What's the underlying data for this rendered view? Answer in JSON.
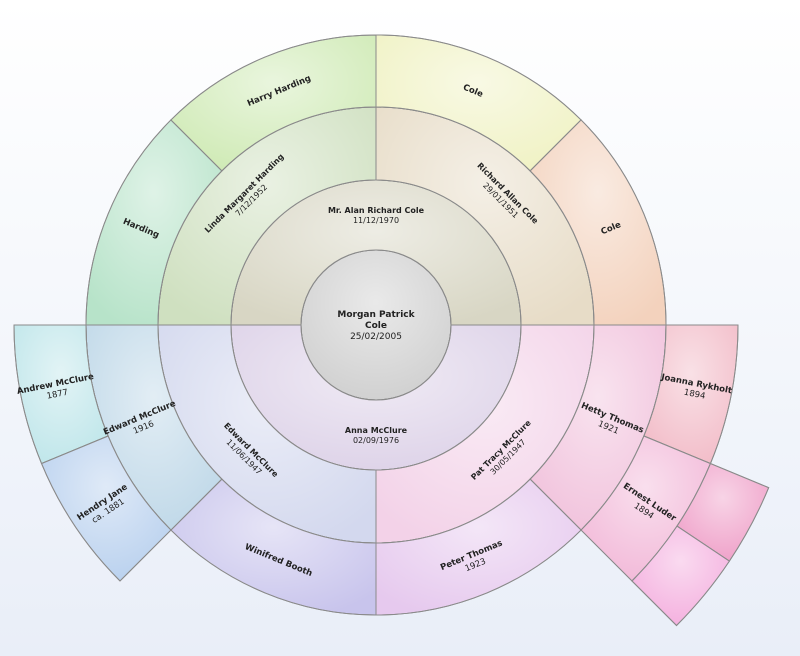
{
  "chart": {
    "people": [
      {
        "id": "root",
        "name": "Morgan Patrick Cole",
        "lines": [
          "Morgan Patrick",
          "Cole",
          "25/02/2005"
        ],
        "color": "#cfcfcf"
      },
      {
        "id": "father",
        "name": "Mr. Alan Richard Cole",
        "lines": [
          "Mr. Alan Richard Cole",
          "11/12/1970"
        ],
        "color": "#d8d6c4"
      },
      {
        "id": "mother",
        "name": "Anna McClure",
        "lines": [
          "Anna McClure",
          "02/09/1976"
        ],
        "color": "#ddd2e8"
      },
      {
        "id": "pgm",
        "name": "Linda Margaret Harding",
        "lines": [
          "Linda Margaret Harding",
          "7/12/1952"
        ],
        "color": "#cfe0c0"
      },
      {
        "id": "pgf",
        "name": "Richard Allan Cole",
        "lines": [
          "Richard Allan Cole",
          "29/01/1951"
        ],
        "color": "#e7dcc7"
      },
      {
        "id": "mgm",
        "name": "Pat Tracy McClure",
        "lines": [
          "Pat Tracy McClure",
          "30/05/1947"
        ],
        "color": "#f3d2e8"
      },
      {
        "id": "mgf",
        "name": "Edward McClure",
        "lines": [
          "Edward McClure",
          "11/06/1947"
        ],
        "color": "#d3d8ee"
      },
      {
        "id": "g3_harding",
        "name": "Harding",
        "lines": [
          "Harding"
        ],
        "color": "#b7e3c9"
      },
      {
        "id": "g3_harry",
        "name": "Harry Harding",
        "lines": [
          "Harry Harding"
        ],
        "color": "#cfeab5"
      },
      {
        "id": "g3_cole1",
        "name": "Cole",
        "lines": [
          "Cole"
        ],
        "color": "#f0f2c4"
      },
      {
        "id": "g3_cole2",
        "name": "Cole",
        "lines": [
          "Cole"
        ],
        "color": "#f3d2bd"
      },
      {
        "id": "g3_hetty",
        "name": "Hetty Thomas",
        "lines": [
          "Hetty Thomas",
          "1921"
        ],
        "color": "#f1c2dc"
      },
      {
        "id": "g3_peter",
        "name": "Peter Thomas",
        "lines": [
          "Peter Thomas",
          "1923"
        ],
        "color": "#e6c9ee"
      },
      {
        "id": "g3_winifred",
        "name": "Winifred Booth",
        "lines": [
          "Winifred Booth"
        ],
        "color": "#c8c4ec"
      },
      {
        "id": "g3_edward",
        "name": "Edward McClure",
        "lines": [
          "Edward McClure",
          "1916"
        ],
        "color": "#bfd8e8"
      },
      {
        "id": "g4_andrew",
        "name": "Andrew McClure",
        "lines": [
          "Andrew McClure",
          "1877"
        ],
        "color": "#bfe6ea"
      },
      {
        "id": "g4_hendry",
        "name": "Hendry Jane",
        "lines": [
          "Hendry Jane",
          "ca. 1881"
        ],
        "color": "#b8d0ee"
      },
      {
        "id": "g4_joanna",
        "name": "Joanna Rykholt",
        "lines": [
          "Joanna Rykholt",
          "1894"
        ],
        "color": "#f2bcc8"
      },
      {
        "id": "g4_ernest",
        "name": "Ernest Luder",
        "lines": [
          "Ernest Luder",
          "1894"
        ],
        "color": "#f2b8d8"
      },
      {
        "id": "g5_unknown1",
        "name": "",
        "lines": [
          "",
          ""
        ],
        "color": "#ef9fc8"
      },
      {
        "id": "g5_unknown2",
        "name": "",
        "lines": [
          ""
        ],
        "color": "#f4aede"
      }
    ]
  }
}
